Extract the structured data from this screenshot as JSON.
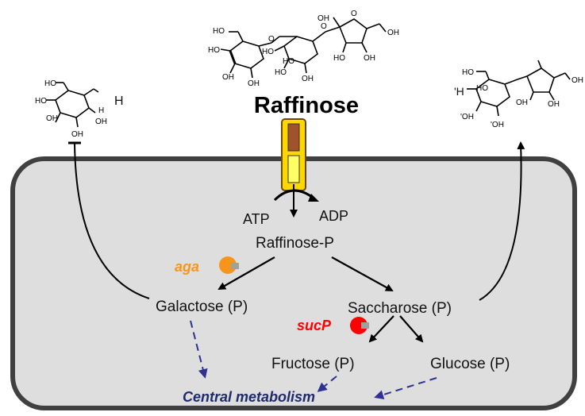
{
  "title": "Raffinose",
  "molecule_labels": {
    "raffinose_groups": [
      "HO",
      "HO",
      "OH",
      "OH",
      "O",
      "HO",
      "HO",
      "OH",
      "O",
      "O",
      "HO",
      "OH",
      "OH",
      "OH",
      "HO"
    ],
    "galactose_groups": [
      "HO",
      "OH",
      "HO",
      "OH",
      "OH",
      "H"
    ],
    "galactose_side": "H",
    "sucrose_groups": [
      "'H",
      "HO",
      "OH",
      "HO",
      "OH",
      "'OH",
      "'OH",
      "OH"
    ]
  },
  "transport": {
    "atp": "ATP",
    "adp": "ADP",
    "product": "Raffinose-P"
  },
  "metabolites": {
    "galactose": "Galactose (P)",
    "saccharose": "Saccharose (P)",
    "fructose": "Fructose (P)",
    "glucose": "Glucose (P)"
  },
  "enzymes": {
    "aga": {
      "label": "aga",
      "color": "#f7941d"
    },
    "sucP": {
      "label": "sucP",
      "color": "#ff0000"
    }
  },
  "central": "Central metabolism",
  "colors": {
    "cell_fill": "#dedede",
    "cell_border": "#404040",
    "transporter_fill": "#ffd700",
    "transporter_top": "#a0522d",
    "transporter_bottom": "#ffff66",
    "dashed_arrow": "#2e3192",
    "central_text": "#1f2a6b"
  }
}
